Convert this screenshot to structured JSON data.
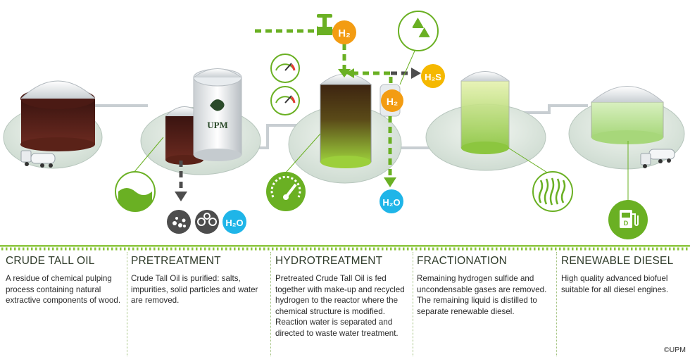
{
  "brand": {
    "logo_text": "UPM",
    "copyright": "©UPM"
  },
  "badges": {
    "hydrogen": "H₂",
    "hydrogen_sulfide": "H₂S",
    "water": "H₂O",
    "water_bottom": "H₂O"
  },
  "colors": {
    "green": "#6ab023",
    "dark_green": "#3f7d1a",
    "orange": "#f39c12",
    "cyan": "#1fb5e8",
    "dark_gray": "#4d4d4d"
  },
  "icons": [
    "valve-icon",
    "recycle-icon",
    "gauge-icon",
    "wave-liquid-icon",
    "solid-particles-icon",
    "molecule-icon",
    "speed-gauge-icon",
    "wavy-lines-icon",
    "fuel-pump-icon",
    "tanker-truck-icon"
  ],
  "stages": [
    {
      "title": "CRUDE TALL OIL",
      "text": "A residue of chemical pulping process containing natural extractive components of wood."
    },
    {
      "title": "PRETREATMENT",
      "text": "Crude Tall Oil is purified: salts, impurities, solid particles and water are removed."
    },
    {
      "title": "HYDROTREATMENT",
      "text": "Pretreated Crude Tall Oil is fed together with make-up and recycled hydrogen to the reactor where the chemical structure is modified. Reaction water is separated and directed to waste water treatment."
    },
    {
      "title": "FRACTIONATION",
      "text": "Remaining hydrogen sulfide and uncondensable gases are removed. The remaining liquid is distilled to separate renewable diesel."
    },
    {
      "title": "RENEWABLE DIESEL",
      "text": "High quality advanced biofuel suitable for all diesel engines."
    }
  ]
}
